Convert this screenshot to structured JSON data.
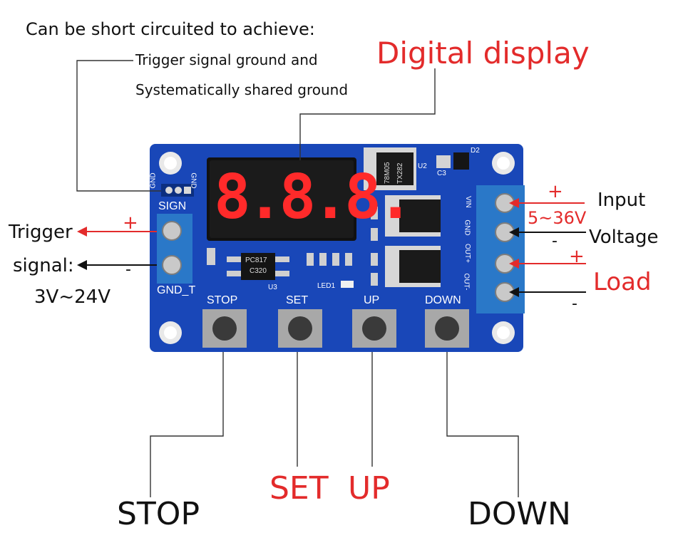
{
  "notes": {
    "short_circuit": "Can be short circuited to achieve:",
    "trigger_ground": "Trigger signal ground and",
    "shared_ground": "Systematically shared ground",
    "digital_display": "Digital display",
    "trigger_line1": "Trigger",
    "trigger_line2": "signal:",
    "trigger_range": "3V~24V",
    "input": "Input",
    "input_range": "5~36V",
    "voltage": "Voltage",
    "load": "Load",
    "plus": "+",
    "minus": "-"
  },
  "board": {
    "display_digits": "8.8.8.",
    "sign": "SIGN",
    "gnd": "GND",
    "gnd_t": "GND_T",
    "u3": "U3",
    "u2": "U2",
    "led1": "LED1",
    "chip_pc817": "PC817",
    "chip_code": "C320",
    "reg_top": "78M05",
    "reg_bottom": "TX282",
    "d2": "D2",
    "c3": "C3",
    "vin": "VIN",
    "gnd_right": "GND",
    "out_plus": "OUT+",
    "out_minus": "OUT-",
    "buttons": [
      "STOP",
      "SET",
      "UP",
      "DOWN"
    ]
  },
  "callouts": {
    "stop": "STOP",
    "set": "SET",
    "up": "UP",
    "down": "DOWN"
  },
  "colors": {
    "board": "#1947b8",
    "accent_red": "#e32b2b",
    "terminal": "#2a78c8"
  }
}
